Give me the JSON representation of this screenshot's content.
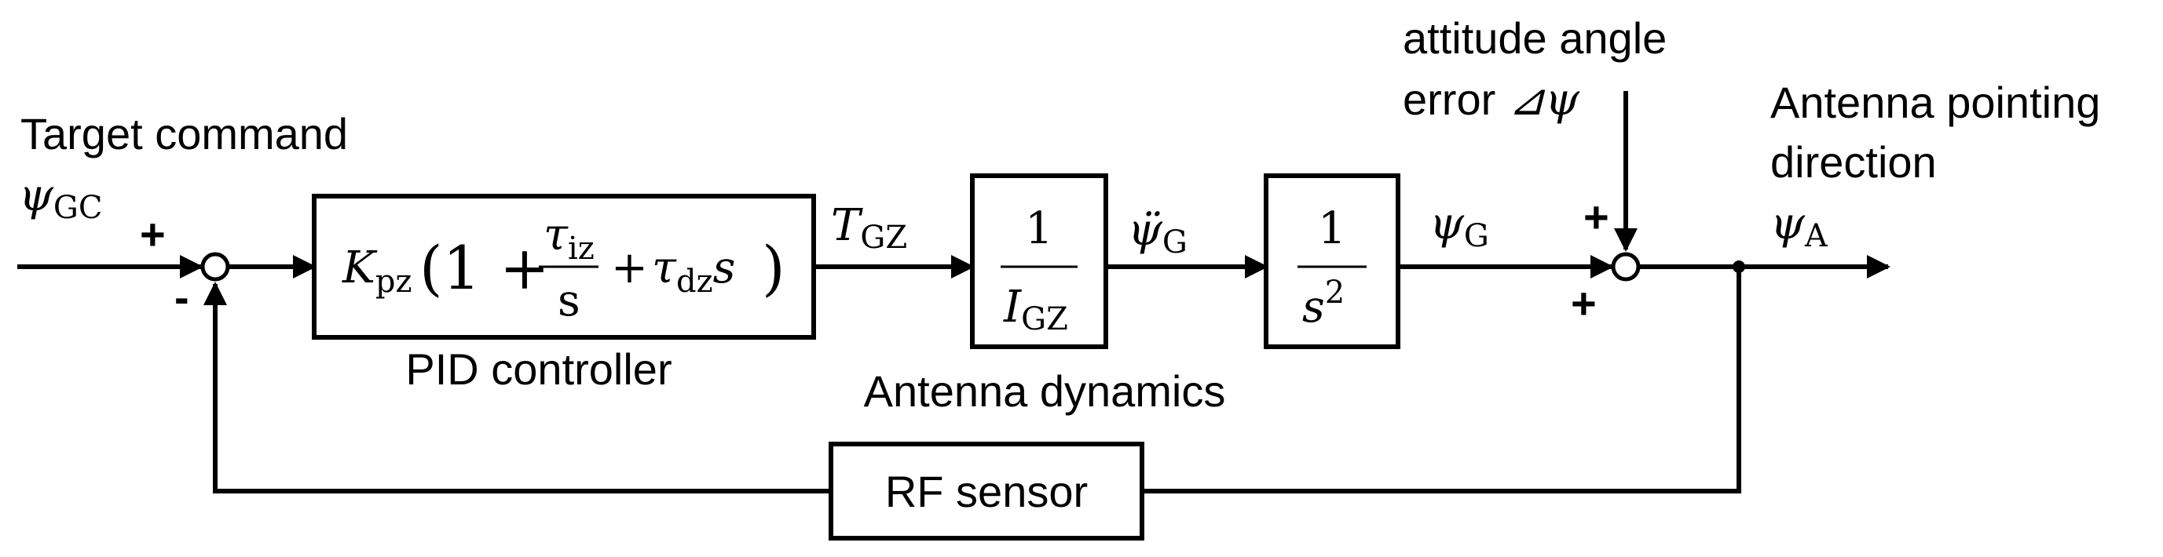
{
  "labels": {
    "target_command": "Target command",
    "attitude_error_line1": "attitude angle",
    "attitude_error_line2": "error",
    "antenna_pointing_line1": "Antenna pointing",
    "antenna_pointing_line2": "direction",
    "pid_caption": "PID controller",
    "antenna_dynamics_caption": "Antenna dynamics",
    "rf_sensor": "RF sensor"
  },
  "signals": {
    "psi_gc": {
      "symbol": "ψ",
      "sub": "GC"
    },
    "t_gz": {
      "symbol": "T",
      "sub": "GZ"
    },
    "psi_ddot_g": {
      "symbol": "ψ̈",
      "sub": "G"
    },
    "psi_g": {
      "symbol": "ψ",
      "sub": "G"
    },
    "psi_a": {
      "symbol": "ψ",
      "sub": "A"
    },
    "delta_psi": "⊿ψ"
  },
  "signs": {
    "sum1_plus": "+",
    "sum1_minus": "-",
    "sum2_plus_top": "+",
    "sum2_plus_bottom": "+"
  },
  "blocks": {
    "pid": {
      "gain": "K",
      "gain_sub": "pz",
      "open": "(1 +",
      "frac_num": "τ",
      "frac_num_sub": "iz",
      "frac_den": "s",
      "plus": "+",
      "tau_d": "τ",
      "tau_d_sub": "dz",
      "s": "s",
      "close": ")"
    },
    "inertia": {
      "num": "1",
      "den": "I",
      "den_sub": "GZ"
    },
    "integrator": {
      "num": "1",
      "den": "s",
      "den_sup": "2"
    }
  }
}
